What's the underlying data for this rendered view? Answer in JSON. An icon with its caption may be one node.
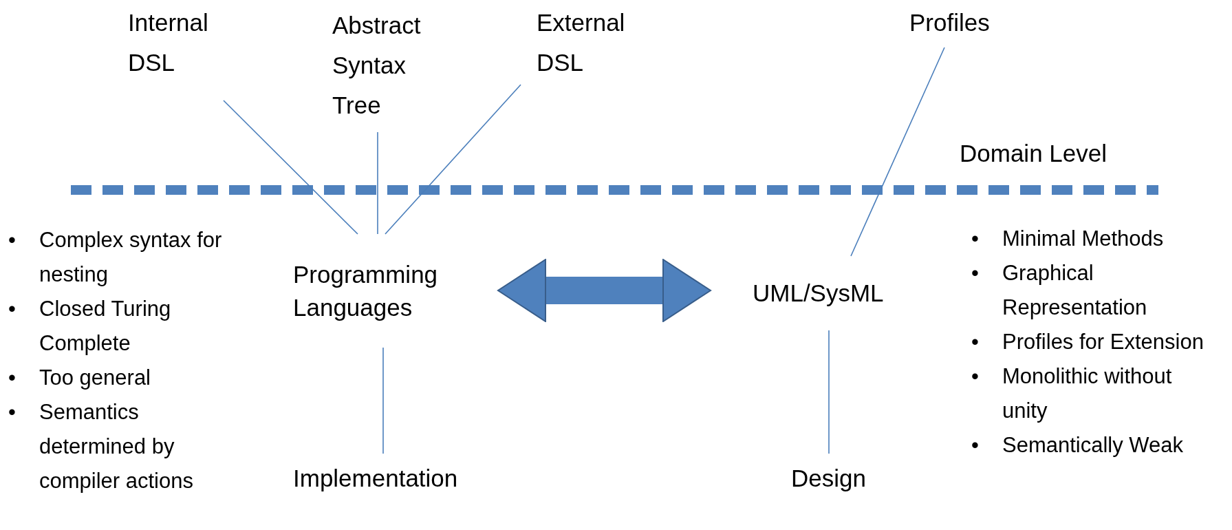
{
  "diagram": {
    "nodes": [
      {
        "text": [
          "Internal DSL"
        ]
      },
      {
        "text": [
          "Abstract Syntax Tree"
        ]
      },
      {
        "text": [
          "External DSL"
        ]
      },
      {
        "text": [
          "Profiles"
        ]
      },
      {
        "text": [
          "Programming Languages"
        ]
      },
      {
        "text": [
          "UML/SysML"
        ]
      },
      {
        "text": [
          "Implementation"
        ]
      },
      {
        "text": [
          "Design"
        ]
      }
    ],
    "edges": [
      {
        "from": 0,
        "to": 4,
        "arrow": "none"
      },
      {
        "from": 1,
        "to": 4,
        "arrow": "none"
      },
      {
        "from": 2,
        "to": 4,
        "arrow": "none"
      },
      {
        "from": 3,
        "to": 5,
        "arrow": "none"
      },
      {
        "from": 4,
        "to": 5,
        "arrow": "both",
        "style": "thick"
      },
      {
        "from": 4,
        "to": 6,
        "arrow": "none"
      },
      {
        "from": 5,
        "to": 7,
        "arrow": "none"
      }
    ],
    "labels": [
      "Domain Level",
      "•",
      "Complex syntax for nesting",
      "•",
      "Closed Turing Complete",
      "•",
      "Too general",
      "•",
      "Semantics determined by compiler actions",
      "•",
      "Minimal Methods",
      "•",
      "Graphical Representation",
      "•",
      "Profiles for Extension",
      "•",
      "Monolithic without unity",
      "•",
      "Semantically Weak"
    ]
  }
}
